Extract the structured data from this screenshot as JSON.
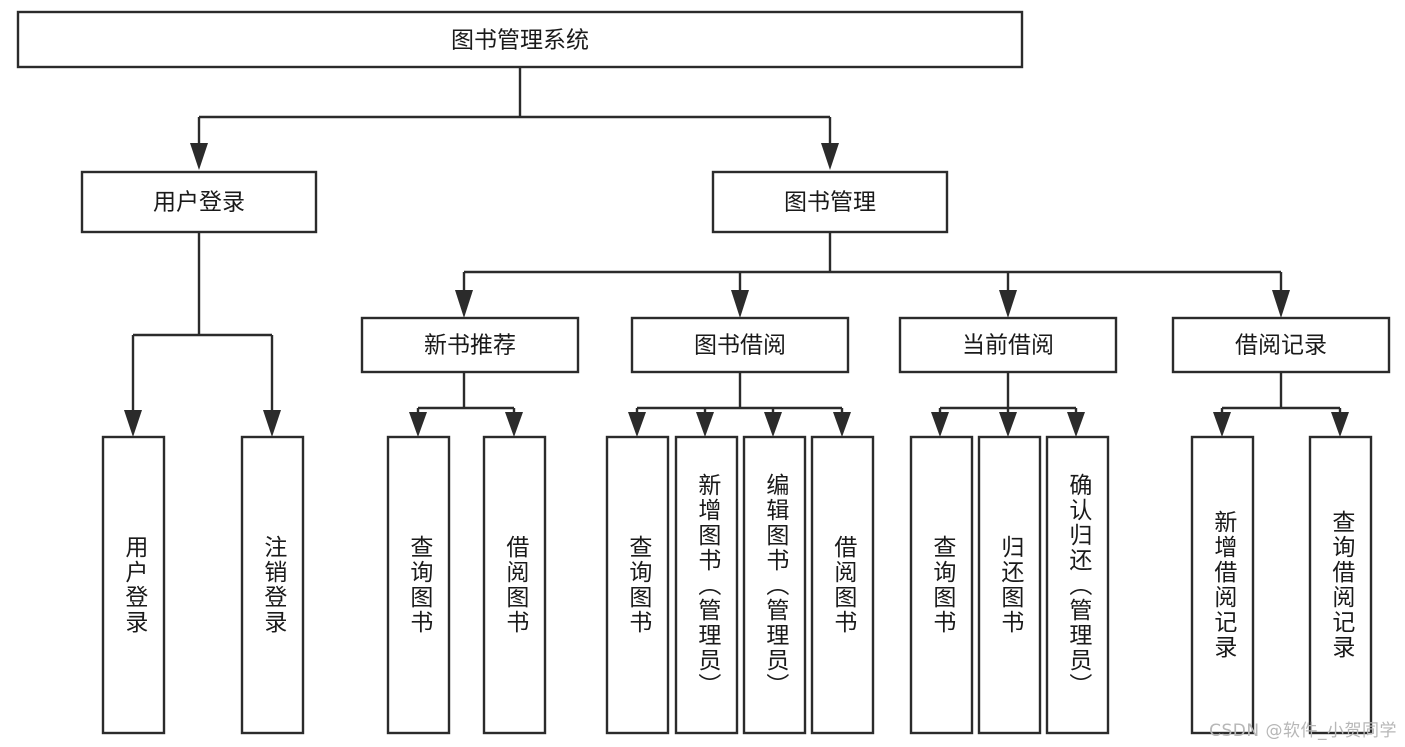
{
  "diagram": {
    "type": "tree-hierarchy-chart",
    "title": "图书管理系统",
    "watermark": "CSDN @软件_小贺同学",
    "colors": {
      "stroke": "#2b2b2b",
      "fill": "#ffffff",
      "text": "#1a1a1a",
      "watermark": "#b7b7b7"
    },
    "levels": {
      "root": {
        "label": "图书管理系统"
      },
      "level2": [
        {
          "label": "用户登录"
        },
        {
          "label": "图书管理"
        }
      ],
      "level3": [
        {
          "label": "新书推荐"
        },
        {
          "label": "图书借阅"
        },
        {
          "label": "当前借阅"
        },
        {
          "label": "借阅记录"
        }
      ],
      "leaves": [
        {
          "label": "用户登录",
          "parent": "用户登录"
        },
        {
          "label": "注销登录",
          "parent": "用户登录"
        },
        {
          "label": "查询图书",
          "parent": "新书推荐"
        },
        {
          "label": "借阅图书",
          "parent": "新书推荐"
        },
        {
          "label": "查询图书",
          "parent": "图书借阅"
        },
        {
          "label": "新增图书（管理员）",
          "parent": "图书借阅"
        },
        {
          "label": "编辑图书（管理员）",
          "parent": "图书借阅"
        },
        {
          "label": "借阅图书",
          "parent": "图书借阅"
        },
        {
          "label": "查询图书",
          "parent": "当前借阅"
        },
        {
          "label": "归还图书",
          "parent": "当前借阅"
        },
        {
          "label": "确认归还（管理员）",
          "parent": "当前借阅"
        },
        {
          "label": "新增借阅记录",
          "parent": "借阅记录"
        },
        {
          "label": "查询借阅记录",
          "parent": "借阅记录"
        }
      ]
    }
  }
}
